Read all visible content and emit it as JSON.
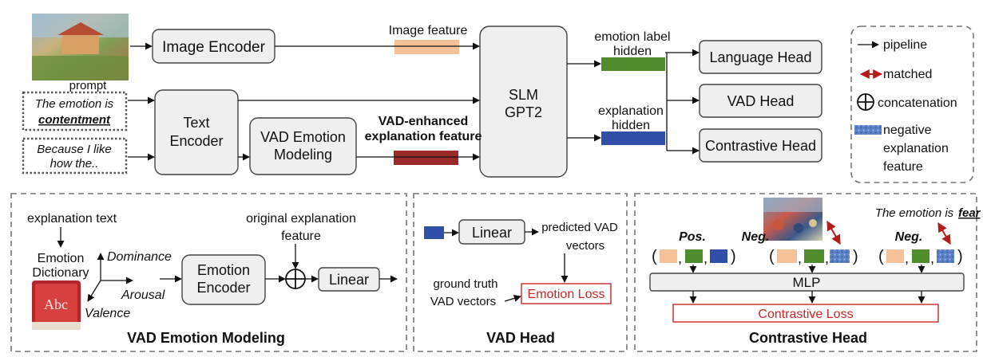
{
  "top": {
    "image_encoder": "Image Encoder",
    "image_feature": "Image feature",
    "prompt_label": "prompt",
    "prompt_text_1": "The emotion is",
    "prompt_text_2": "contentment",
    "expl_text_1": "Because I like",
    "expl_text_2": "how the..",
    "text_encoder_1": "Text",
    "text_encoder_2": "Encoder",
    "vad_modeling_1": "VAD Emotion",
    "vad_modeling_2": "Modeling",
    "vad_feature_1": "VAD-enhanced",
    "vad_feature_2": "explanation feature",
    "slm_1": "SLM",
    "slm_2": "GPT2",
    "emotion_hidden_1": "emotion label",
    "emotion_hidden_2": "hidden",
    "expl_hidden_1": "explanation",
    "expl_hidden_2": "hidden",
    "language_head": "Language Head",
    "vad_head": "VAD Head",
    "contrastive_head": "Contrastive Head"
  },
  "legend": {
    "pipeline": "pipeline",
    "matched": "matched",
    "concatenation": "concatenation",
    "negative_1": "negative",
    "negative_2": "explanation",
    "negative_3": "feature"
  },
  "vad_modeling_panel": {
    "title": "VAD Emotion Modeling",
    "explanation_text": "explanation text",
    "emotion_1": "Emotion",
    "emotion_2": "Dictionary",
    "book_label": "Abc",
    "dominance": "Dominance",
    "arousal": "Arousal",
    "valence": "Valence",
    "encoder_1": "Emotion",
    "encoder_2": "Encoder",
    "orig_1": "original explanation",
    "orig_2": "feature",
    "linear": "Linear"
  },
  "vad_head_panel": {
    "title": "VAD Head",
    "linear": "Linear",
    "pred_1": "predicted VAD",
    "pred_2": "vectors",
    "gt_1": "ground truth",
    "gt_2": "VAD vectors",
    "loss": "Emotion Loss"
  },
  "contrastive_panel": {
    "title": "Contrastive Head",
    "caption_1": "The emotion is",
    "caption_2": "fear",
    "pos": "Pos.",
    "neg": "Neg.",
    "open_paren": "(",
    "close_paren": ")",
    "comma": ",",
    "mlp": "MLP",
    "loss": "Contrastive  Loss"
  },
  "colors": {
    "image_feature": "#f6c196",
    "emotion_hidden": "#4e8c2c",
    "expl_hidden": "#2f4fa8",
    "vad_feature": "#9a2a2a",
    "negative": "#5b82c6",
    "matched_arrow": "#b71c1c",
    "loss_text": "#c62828"
  }
}
